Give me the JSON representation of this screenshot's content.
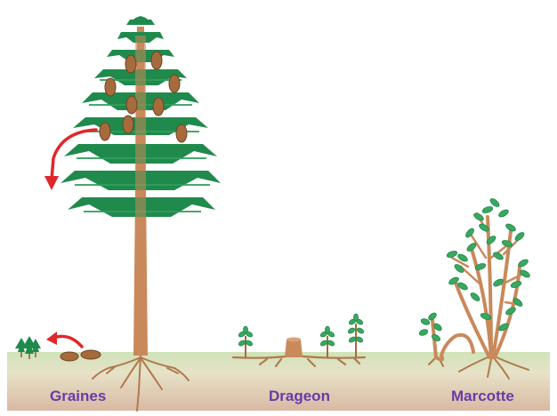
{
  "labels": {
    "seeds": "Graines",
    "suckers": "Drageon",
    "layering": "Marcotte"
  },
  "colors": {
    "label": "#6a3aa8",
    "ground_top": "#cfe3b8",
    "ground_bottom": "#d9b9a3",
    "foliage": "#1f8a4c",
    "trunk": "#c9895a",
    "arrow": "#e0282a",
    "leaf_light": "#3aa860"
  },
  "icons": [
    "tree-icon",
    "pine-cone-icon",
    "red-arrow-icon",
    "seedling-icon",
    "stump-icon",
    "shrub-icon",
    "root-icon"
  ]
}
